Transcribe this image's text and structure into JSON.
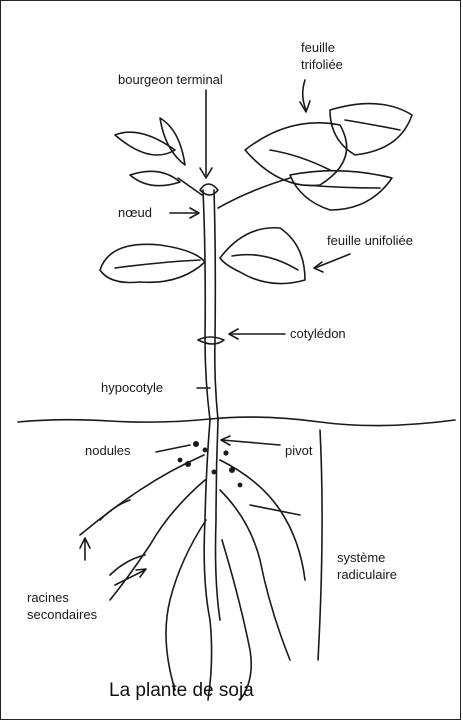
{
  "labels": {
    "bourgeon_terminal": "bourgeon terminal",
    "feuille_trifoliee_1": "feuille",
    "feuille_trifoliee_2": "trifoliée",
    "noeud": "nœud",
    "feuille_unifoliee": "feuille unifoliée",
    "cotyledon": "cotylédon",
    "hypocotyle": "hypocotyle",
    "nodules": "nodules",
    "pivot": "pivot",
    "systeme_1": "système",
    "systeme_2": "radiculaire",
    "racines_1": "racines",
    "racines_2": "secondaires"
  },
  "caption": "La plante de soja",
  "colors": {
    "ink": "#1a1a1a",
    "background": "#ffffff"
  }
}
